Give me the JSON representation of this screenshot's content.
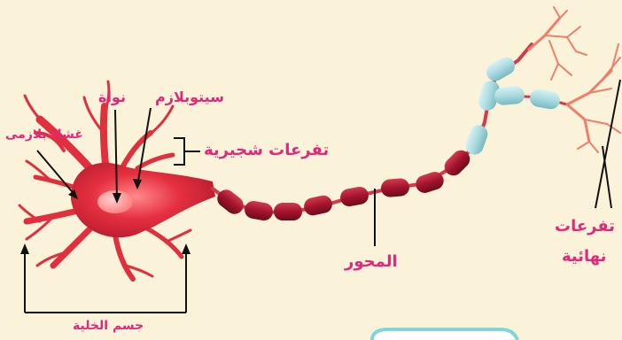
{
  "labels": {
    "cytoplasm": "سيتوبلازم",
    "nucleus": "نواة",
    "plasma_membrane": "غشاء بلازمى",
    "dendrites": "تفرعات شجيرية",
    "axon": "المحور",
    "terminal_line1": "تفرعات",
    "terminal_line2": "نهائية",
    "cell_body": "جسم الخلية"
  },
  "colors": {
    "background": "#fbf3d9",
    "label": "#e0297c",
    "neuron_body": "#e53040",
    "myelin_dark": "#a3142c",
    "myelin_light": "#a9dbe0",
    "terminals": "#ef7e6c",
    "pointer": "#111111",
    "panel_border": "#7fd6d9"
  }
}
